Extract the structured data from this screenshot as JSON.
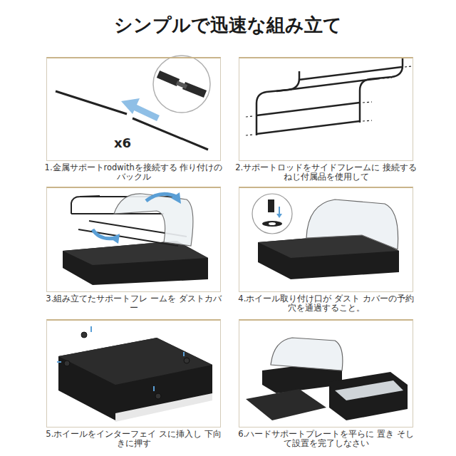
{
  "diagram": {
    "title": "シンプルで迅速な組み立て",
    "nodes": [
      {
        "text": [
          "1.金属サポートrodwithを接続する 作り付けのバックル"
        ]
      },
      {
        "text": [
          "2.サポートロッドをサイドフレームに 接続する ねじ付属品を使用して"
        ]
      },
      {
        "text": [
          "3.組み立てたサポートフレ ームを ダストカバー"
        ]
      },
      {
        "text": [
          "4.ホイール取り付け口が ダスト カバーの予約穴を通過すること。"
        ]
      },
      {
        "text": [
          "5.ホイールをインターフェイ スに挿入し 下向きに押す"
        ]
      },
      {
        "text": [
          "6.ハードサポートプレートを平らに 置き そして設置を完了しなさい"
        ]
      }
    ],
    "labels": [
      "x6"
    ]
  }
}
